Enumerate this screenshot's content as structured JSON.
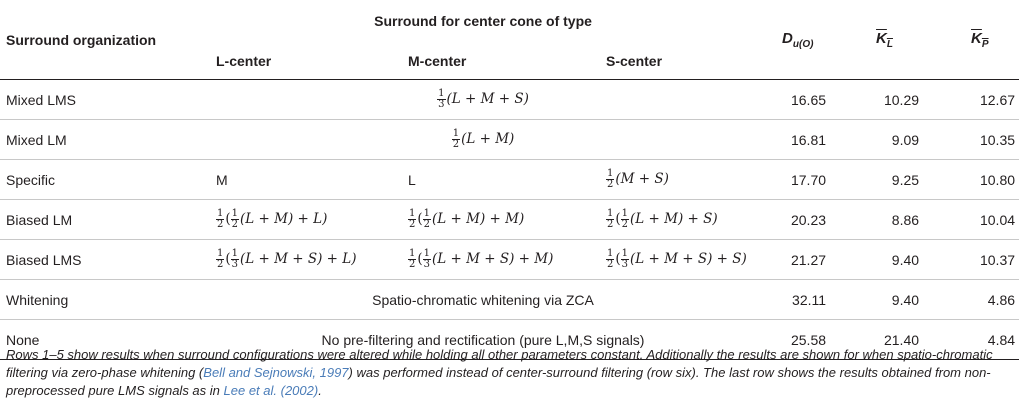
{
  "table": {
    "headers": {
      "surround_org": "Surround organization",
      "surround_for_center": "Surround for center cone of type",
      "l_center": "L-center",
      "m_center": "M-center",
      "s_center": "S-center",
      "d_sym": "D",
      "d_sub": "u(O)",
      "kl_sym": "K",
      "kl_sub": "L",
      "kp_sym": "K",
      "kp_sub": "P"
    },
    "rows": [
      {
        "name": "Mixed LMS",
        "merged": {
          "num": "1",
          "den": "3",
          "expr": "(L + M + S)"
        },
        "d": "16.65",
        "kl": "10.29",
        "kp": "12.67"
      },
      {
        "name": "Mixed LM",
        "merged": {
          "num": "1",
          "den": "2",
          "expr": "(L + M)"
        },
        "d": "16.81",
        "kl": "9.09",
        "kp": "10.35"
      },
      {
        "name": "Specific",
        "l": "M",
        "m": "L",
        "s": {
          "num": "1",
          "den": "2",
          "expr": "(M + S)"
        },
        "d": "17.70",
        "kl": "9.25",
        "kp": "10.80"
      },
      {
        "name": "Biased LM",
        "l": {
          "o_num": "1",
          "o_den": "2",
          "i_num": "1",
          "i_den": "2",
          "inner": "(L + M) + L)"
        },
        "m": {
          "o_num": "1",
          "o_den": "2",
          "i_num": "1",
          "i_den": "2",
          "inner": "(L + M) + M)"
        },
        "s": {
          "o_num": "1",
          "o_den": "2",
          "i_num": "1",
          "i_den": "2",
          "inner": "(L + M) + S)"
        },
        "d": "20.23",
        "kl": "8.86",
        "kp": "10.04"
      },
      {
        "name": "Biased LMS",
        "l": {
          "o_num": "1",
          "o_den": "2",
          "i_num": "1",
          "i_den": "3",
          "inner": "(L + M + S) + L)"
        },
        "m": {
          "o_num": "1",
          "o_den": "2",
          "i_num": "1",
          "i_den": "3",
          "inner": "(L + M + S) + M)"
        },
        "s": {
          "o_num": "1",
          "o_den": "2",
          "i_num": "1",
          "i_den": "3",
          "inner": "(L + M + S) + S)"
        },
        "d": "21.27",
        "kl": "9.40",
        "kp": "10.37"
      },
      {
        "name": "Whitening",
        "merged_text": "Spatio-chromatic whitening via ZCA",
        "d": "32.11",
        "kl": "9.40",
        "kp": "4.86"
      },
      {
        "name": "None",
        "merged_text": "No pre-filtering and rectification (pure L,M,S signals)",
        "d": "25.58",
        "kl": "21.40",
        "kp": "4.84"
      }
    ]
  },
  "caption": {
    "part1": "Rows 1–5 show results when surround configurations were altered while holding all other parameters constant. Additionally the results are shown for when spatio-chromatic filtering via zero-phase whitening (",
    "ref1": "Bell and Sejnowski, 1997",
    "part2": ") was performed instead of center-surround filtering (row six). The last row shows the results obtained from non-preprocessed pure LMS signals as in ",
    "ref2": "Lee et al. (2002)",
    "part3": "."
  }
}
